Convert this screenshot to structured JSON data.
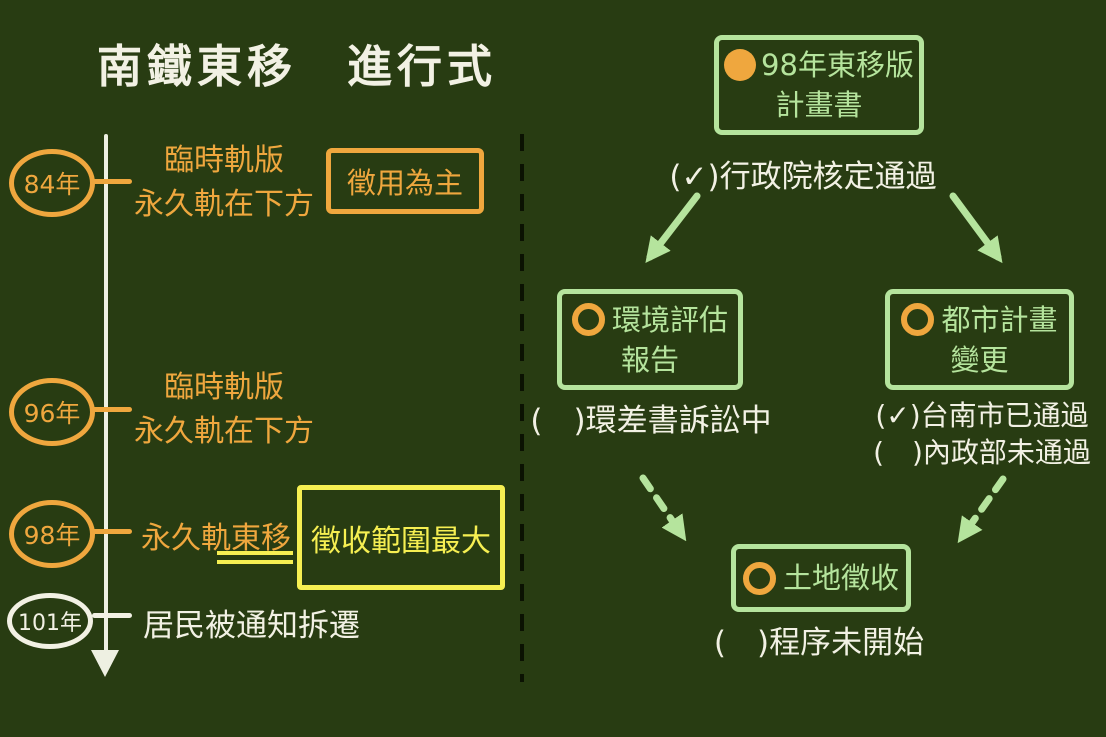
{
  "page": {
    "title": "南鐵東移　進行式"
  },
  "colors": {
    "background": "#283c12",
    "chalk_white": "#f2f1e4",
    "chalk_orange": "#efa73e",
    "chalk_green": "#b5e49d",
    "chalk_yellow": "#f6ef52",
    "divider_black": "#0b1202"
  },
  "timeline": {
    "events": [
      {
        "year": "84年",
        "line1": "臨時軌版",
        "line2": "永久軌在下方",
        "tag": "徵用為主"
      },
      {
        "year": "96年",
        "line1": "臨時軌版",
        "line2": "永久軌在下方"
      },
      {
        "year": "98年",
        "label": "永久軌東移",
        "tag": "徵收範圍最大"
      },
      {
        "year": "101年",
        "label": "居民被通知拆遷"
      }
    ]
  },
  "flowchart": {
    "plan": {
      "line1": "98年東移版",
      "line2": "計畫書",
      "status": "(✓)行政院核定通過",
      "marker": "filled-circle"
    },
    "eia": {
      "line1": "環境評估",
      "line2": "報告",
      "status": "(　)環差書訴訟中",
      "marker": "open-circle"
    },
    "urban": {
      "line1": "都市計畫",
      "line2": "變更",
      "status1": "(✓)台南市已通過",
      "status2": "(　)內政部未通過",
      "marker": "open-circle"
    },
    "land": {
      "label": "土地徵收",
      "status": "(　)程序未開始",
      "marker": "open-circle"
    }
  }
}
